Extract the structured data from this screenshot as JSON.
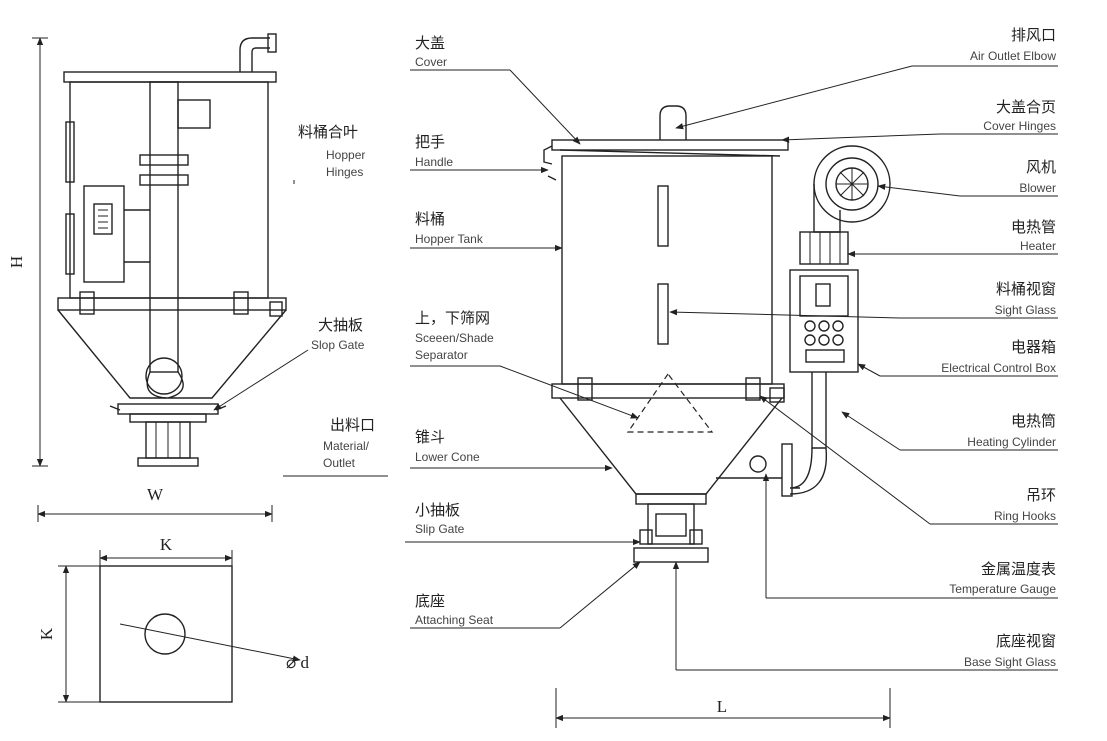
{
  "dimensions": {
    "H": "H",
    "W": "W",
    "K_top": "K",
    "K_left": "K",
    "d": "⌀ d",
    "L": "L"
  },
  "left_labels": [
    {
      "cn": "料桶合叶",
      "en1": "Hopper",
      "en2": "Hinges"
    },
    {
      "cn": "大抽板",
      "en1": "Slop Gate",
      "en2": ""
    },
    {
      "cn": "出料口",
      "en1": "Material/",
      "en2": "Outlet"
    }
  ],
  "middle_labels": [
    {
      "cn": "大盖",
      "en": "Cover"
    },
    {
      "cn": "把手",
      "en": "Handle"
    },
    {
      "cn": "料桶",
      "en": "Hopper Tank"
    },
    {
      "cn": "上，下筛网",
      "en": "Sceeen/Shade",
      "en2": "Separator"
    },
    {
      "cn": "锥斗",
      "en": "Lower Cone"
    },
    {
      "cn": "小抽板",
      "en": "Slip Gate"
    },
    {
      "cn": "底座",
      "en": "Attaching Seat"
    }
  ],
  "right_labels": [
    {
      "cn": "排风口",
      "en": "Air Outlet Elbow"
    },
    {
      "cn": "大盖合页",
      "en": "Cover Hinges"
    },
    {
      "cn": "风机",
      "en": "Blower"
    },
    {
      "cn": "电热管",
      "en": "Heater"
    },
    {
      "cn": "料桶视窗",
      "en": "Sight Glass"
    },
    {
      "cn": "电器箱",
      "en": "Electrical Control Box"
    },
    {
      "cn": "电热筒",
      "en": "Heating Cylinder"
    },
    {
      "cn": "吊环",
      "en": "Ring Hooks"
    },
    {
      "cn": "金属温度表",
      "en": "Temperature Gauge"
    },
    {
      "cn": "底座视窗",
      "en": "Base Sight Glass"
    }
  ]
}
